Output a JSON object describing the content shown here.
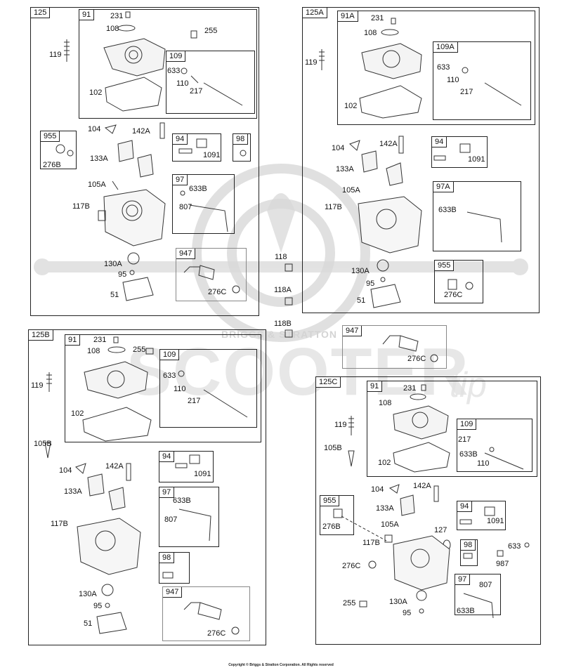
{
  "watermark": {
    "sub": "BRIGGS & STRATTON",
    "main": "SCOOTER",
    "tail": "tip"
  },
  "copyright": "Copyright © Briggs & Stratton Corporation. All Rights reserved",
  "panels": [
    {
      "id": "125",
      "label": "125",
      "sub": [
        {
          "label": "91"
        },
        {
          "label": "109"
        },
        {
          "label": "955"
        },
        {
          "label": "94"
        },
        {
          "label": "98"
        },
        {
          "label": "97"
        },
        {
          "label": "947"
        }
      ],
      "parts": [
        "231",
        "108",
        "255",
        "119",
        "633",
        "110",
        "217",
        "102",
        "104",
        "142A",
        "133A",
        "1091",
        "276B",
        "105A",
        "633B",
        "117B",
        "807",
        "130A",
        "95",
        "51",
        "276C"
      ]
    },
    {
      "id": "125A",
      "label": "125A",
      "sub": [
        {
          "label": "91A"
        },
        {
          "label": "109A"
        },
        {
          "label": "94"
        },
        {
          "label": "97A"
        },
        {
          "label": "955"
        }
      ],
      "parts": [
        "231",
        "108",
        "119",
        "633",
        "110",
        "217",
        "102",
        "104",
        "142A",
        "133A",
        "1091",
        "105A",
        "117B",
        "633B",
        "130A",
        "95",
        "51",
        "276C"
      ]
    },
    {
      "id": "loose",
      "sub": [
        {
          "label": "947"
        }
      ],
      "parts": [
        "118",
        "118A",
        "118B",
        "276C"
      ]
    },
    {
      "id": "125B",
      "label": "125B",
      "sub": [
        {
          "label": "91"
        },
        {
          "label": "109"
        },
        {
          "label": "94"
        },
        {
          "label": "97"
        },
        {
          "label": "98"
        },
        {
          "label": "947"
        }
      ],
      "parts": [
        "231",
        "108",
        "255",
        "119",
        "633",
        "110",
        "217",
        "102",
        "105B",
        "104",
        "142A",
        "1091",
        "133A",
        "633B",
        "807",
        "117B",
        "130A",
        "95",
        "51",
        "276C"
      ]
    },
    {
      "id": "125C",
      "label": "125C",
      "sub": [
        {
          "label": "91"
        },
        {
          "label": "109"
        },
        {
          "label": "955"
        },
        {
          "label": "94"
        },
        {
          "label": "98"
        },
        {
          "label": "97"
        }
      ],
      "parts": [
        "231",
        "108",
        "119",
        "217",
        "105B",
        "633B",
        "102",
        "110",
        "104",
        "142A",
        "276B",
        "133A",
        "105A",
        "1091",
        "127",
        "117B",
        "633",
        "987",
        "276C",
        "807",
        "255",
        "130A",
        "95",
        "633B"
      ]
    }
  ]
}
